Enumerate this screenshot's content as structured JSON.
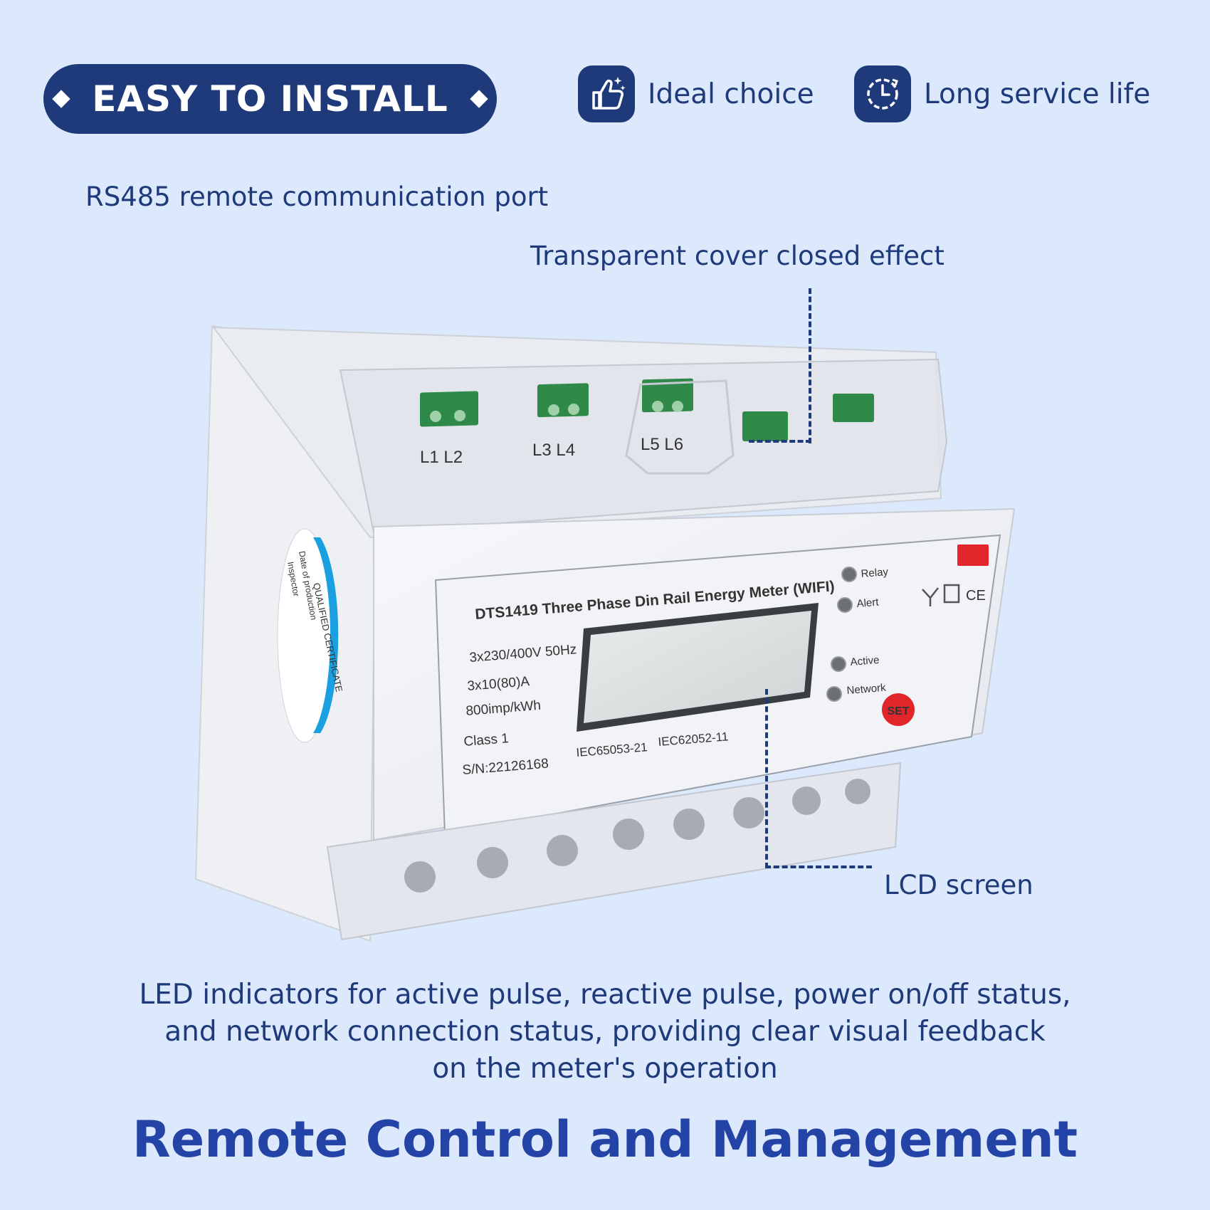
{
  "badge": {
    "label": "EASY TO INSTALL"
  },
  "features": [
    {
      "icon": "thumbs-up-icon",
      "label": "Ideal choice"
    },
    {
      "icon": "clock-icon",
      "label": "Long service life"
    }
  ],
  "callouts": {
    "rs485": "RS485 remote communication port",
    "cover": "Transparent cover closed effect",
    "lcd": "LCD screen"
  },
  "meter": {
    "title": "DTS1419 Three Phase Din Rail Energy Meter (WIFI)",
    "specs": [
      "3x230/400V 50Hz",
      "3x10(80)A",
      "800imp/kWh",
      "Class 1",
      "S/N:22126168"
    ],
    "standards": [
      "IEC65053-21",
      "IEC62052-11"
    ],
    "indicators": [
      "Relay",
      "Alert",
      "Active",
      "Network"
    ],
    "set_button": "SET",
    "ce_mark": "CE",
    "terminal_labels": [
      "L1 L2",
      "L3 L4",
      "L5 L6"
    ],
    "sticker_lines": [
      "QUALIFIED CERTIFICATE",
      "Date of production",
      "Inspector"
    ],
    "colors": {
      "set_button": "#e0262b",
      "accent": "#1f3a7a",
      "sticker": "#1aa0e0"
    }
  },
  "description": [
    "LED indicators for active pulse, reactive pulse, power on/off status,",
    "and network connection status, providing clear visual feedback",
    "on the meter's operation"
  ],
  "headline": "Remote Control and Management"
}
